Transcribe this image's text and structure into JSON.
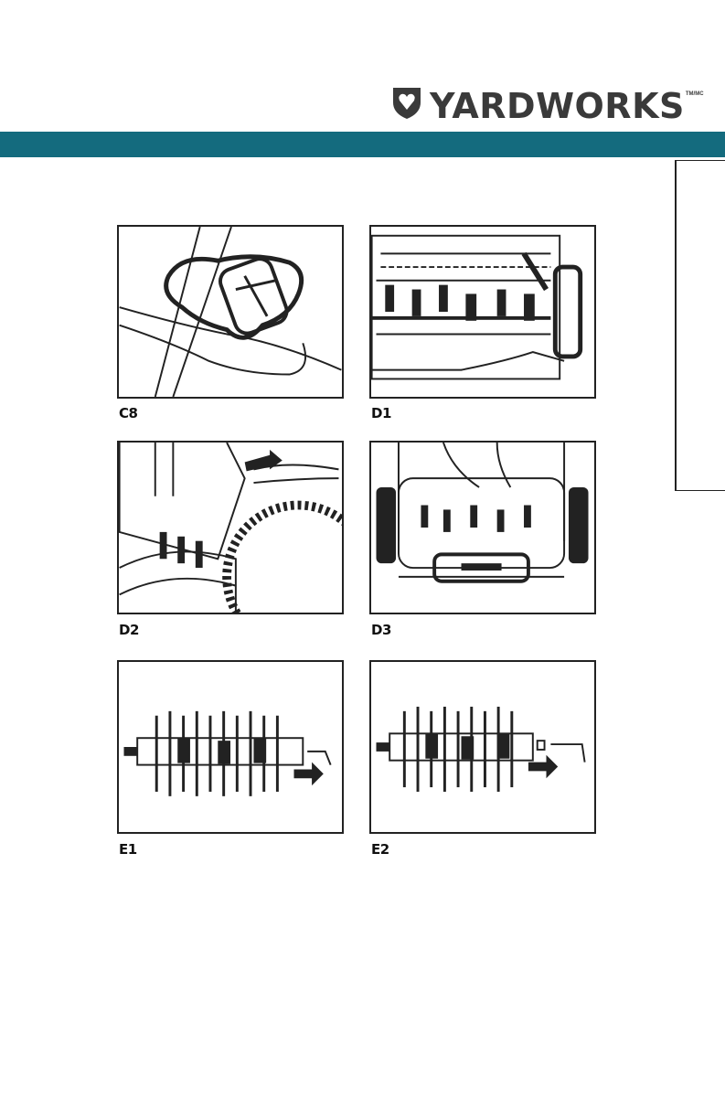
{
  "header": {
    "brand": "YARDWORKS",
    "trademark": "TM/MC",
    "band_color": "#146b7e",
    "logo_icon": "shield-heart-icon"
  },
  "figures": [
    {
      "caption": "C8"
    },
    {
      "caption": "D1"
    },
    {
      "caption": "D2"
    },
    {
      "caption": "D3"
    },
    {
      "caption": "E1"
    },
    {
      "caption": "E2"
    }
  ]
}
